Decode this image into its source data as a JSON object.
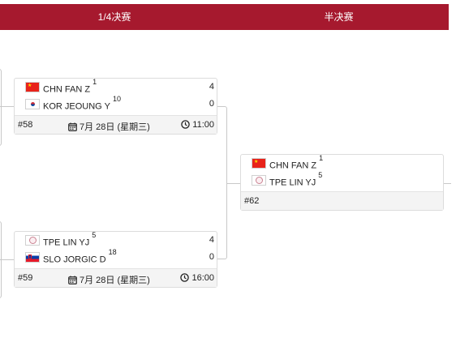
{
  "header": {
    "rounds": [
      "1/4决赛",
      "半决赛"
    ]
  },
  "matches": [
    {
      "players": [
        {
          "flag": "CHN",
          "name": "CHN FAN Z",
          "seed": "1",
          "score": "4"
        },
        {
          "flag": "KOR",
          "name": "KOR JEOUNG Y",
          "seed": "10",
          "score": "0"
        }
      ],
      "match_no": "#58",
      "date": "7月 28日 (星期三)",
      "time": "11:00"
    },
    {
      "players": [
        {
          "flag": "TPE",
          "name": "TPE LIN YJ",
          "seed": "5",
          "score": "4"
        },
        {
          "flag": "SLO",
          "name": "SLO JORGIC D",
          "seed": "18",
          "score": "0"
        }
      ],
      "match_no": "#59",
      "date": "7月 28日 (星期三)",
      "time": "16:00"
    },
    {
      "players": [
        {
          "flag": "CHN",
          "name": "CHN FAN Z",
          "seed": "1",
          "score": ""
        },
        {
          "flag": "TPE",
          "name": "TPE LIN YJ",
          "seed": "5",
          "score": ""
        }
      ],
      "match_no": "#62"
    }
  ],
  "icons": {
    "date": "calendar-icon",
    "time": "clock-icon"
  },
  "colors": {
    "header_bg": "#a6192e",
    "header_text": "#ffffff",
    "footer_bg": "#f4f4f4",
    "connector": "#c8c8c8"
  }
}
